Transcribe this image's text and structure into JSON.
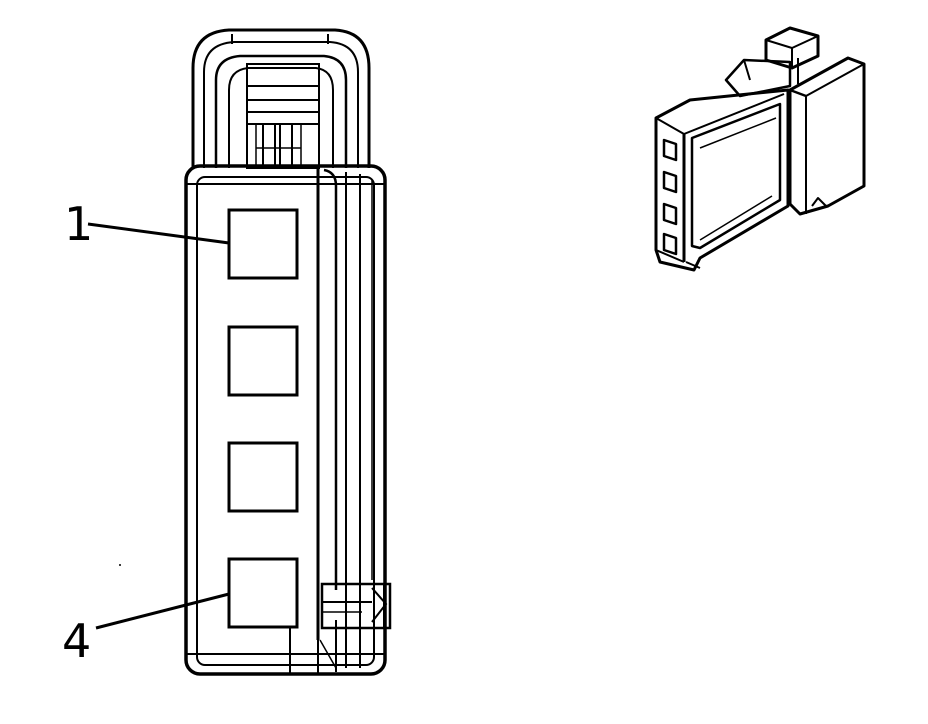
{
  "colors": {
    "ink": "#000000",
    "background": "#ffffff"
  },
  "callouts": [
    {
      "id": "pin-1",
      "label": "1"
    },
    {
      "id": "pin-4",
      "label": "4"
    }
  ],
  "connector_face": {
    "cavity_count": 4
  },
  "connector_3d": {
    "terminal_count": 4
  }
}
